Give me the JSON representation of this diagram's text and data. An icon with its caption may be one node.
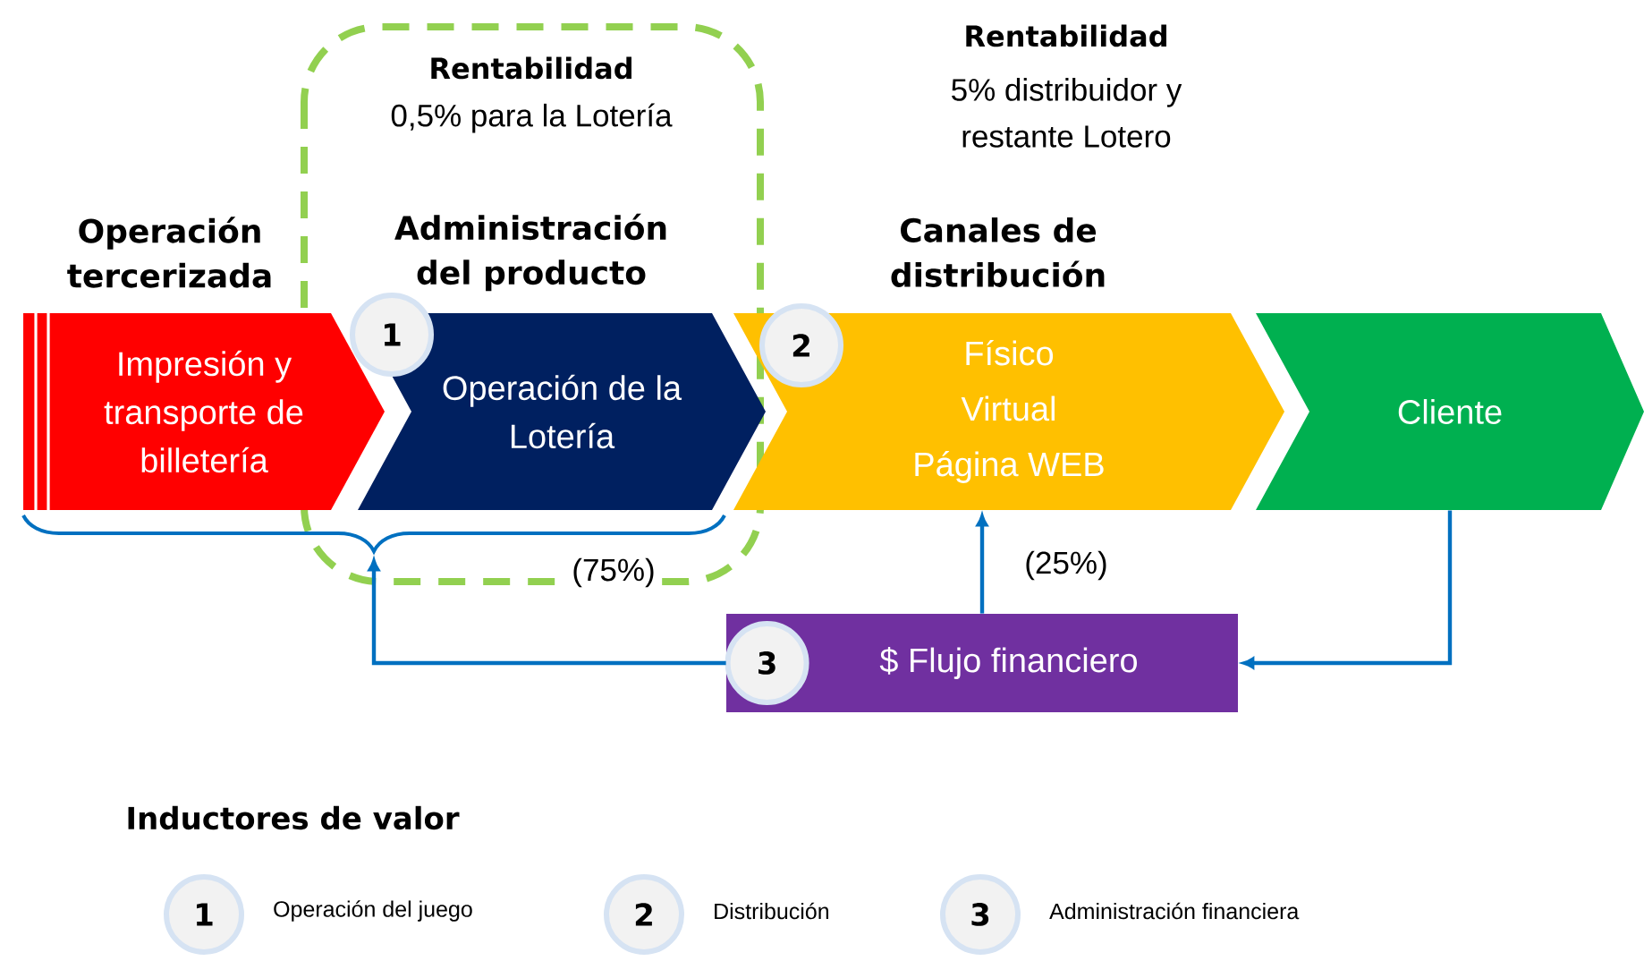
{
  "diagram": {
    "nodes": [
      {
        "text": [
          "Operación tercerizada",
          "Impresión y transporte de billetería"
        ]
      },
      {
        "text": [
          "Administración del producto",
          "Operación de la Lotería"
        ]
      },
      {
        "text": [
          "1"
        ]
      },
      {
        "text": [
          "Canales de distribución",
          "Físico",
          "Virtual",
          "Página WEB"
        ]
      },
      {
        "text": [
          "2"
        ]
      },
      {
        "text": [
          "Cliente"
        ]
      },
      {
        "text": [],
        "shape": "brace"
      },
      {
        "text": [
          "$ Flujo financiero"
        ]
      },
      {
        "text": [
          "3"
        ],
        "in": 7
      },
      {
        "text": [
          "1"
        ],
        "beside": [
          "Operación del juego"
        ]
      },
      {
        "text": [
          "2"
        ],
        "beside": [
          "Distribución"
        ]
      },
      {
        "text": [
          "3"
        ],
        "beside": [
          "Administración financiera"
        ]
      }
    ],
    "edges": [
      {
        "from": 5,
        "to": 7,
        "arrow": "to"
      },
      {
        "from": 7,
        "to": 3,
        "arrow": "to",
        "label": "(25%)"
      },
      {
        "from": 7,
        "to": 6,
        "arrow": "to",
        "label": "(75%)"
      }
    ],
    "labels": [
      "Rentabilidad",
      "0,5% para la Lotería",
      "Rentabilidad",
      "5% distribuidor y restante Lotero",
      "Inductores de valor"
    ]
  }
}
